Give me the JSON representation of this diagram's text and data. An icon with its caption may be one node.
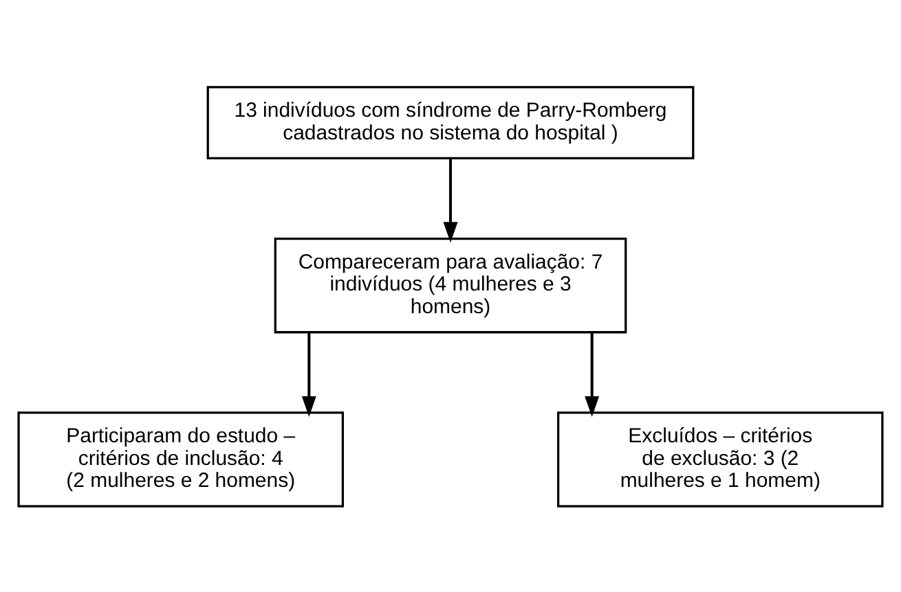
{
  "diagram": {
    "nodes": [
      {
        "text": [
          "13 indivíduos com síndrome de Parry-Romberg cadastrados no sistema do hospital )"
        ]
      },
      {
        "text": [
          "Compareceram para avaliação: 7 indivíduos (4 mulheres e 3 homens)"
        ]
      },
      {
        "text": [
          "Participaram do estudo – critérios de inclusão: 4 (2 mulheres e 2 homens)"
        ]
      },
      {
        "text": [
          "Excluídos – critérios de exclusão: 3 (2 mulheres e 1 homem)"
        ]
      }
    ],
    "edges": [
      {
        "from": 0,
        "to": 1,
        "arrow": "to"
      },
      {
        "from": 1,
        "to": 2,
        "arrow": "to"
      },
      {
        "from": 1,
        "to": 3,
        "arrow": "to"
      }
    ]
  }
}
